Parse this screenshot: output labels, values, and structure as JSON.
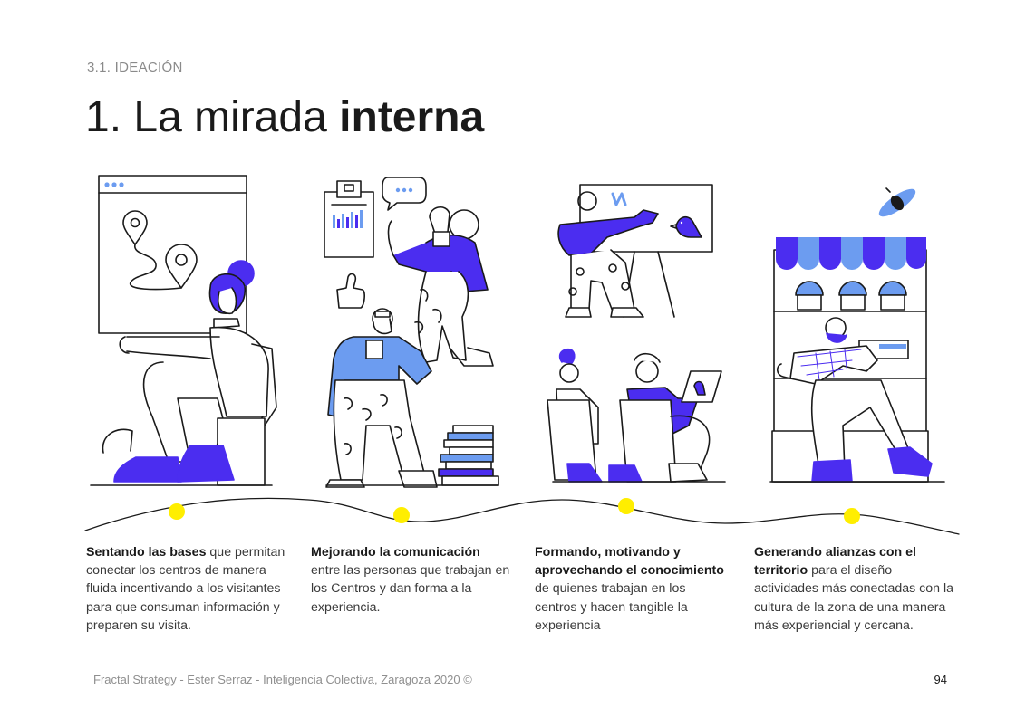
{
  "header": {
    "section": "3.1. IDEACIÓN",
    "title_light": "1. La mirada ",
    "title_bold": "interna"
  },
  "columns": [
    {
      "bold": "Sentando las bases",
      "rest": " que permitan conectar los centros de manera fluida incentivando a los visitantes para que consuman información y preparen su visita."
    },
    {
      "bold": "Mejorando la comunicación",
      "rest": " entre las personas que trabajan en los Centros y dan forma a la experiencia."
    },
    {
      "bold": "Formando, motivando y aprovechando el conocimiento",
      "rest": " de quienes trabajan en los centros y hacen tangible la experiencia"
    },
    {
      "bold": "Generando alianzas con el territorio",
      "rest": " para el diseño actividades más conectadas con la cultura de la zona de una manera más experiencial y cercana."
    }
  ],
  "footer": {
    "credit": "Fractal Strategy - Ester Serraz - Inteligencia Colectiva, Zaragoza 2020 ©",
    "page": "94"
  },
  "colors": {
    "accent_purple": "#4b2df0",
    "accent_light": "#6c9cf0",
    "timeline_dot": "#ffee00",
    "outline": "#1a1a1a"
  },
  "icons": [
    "map-pin-icon",
    "clipboard-chart-icon",
    "speech-bubble-icon",
    "thumbs-up-icon",
    "bird-icon",
    "bee-icon",
    "easel-icon",
    "laptop-icon",
    "awning-icon"
  ]
}
